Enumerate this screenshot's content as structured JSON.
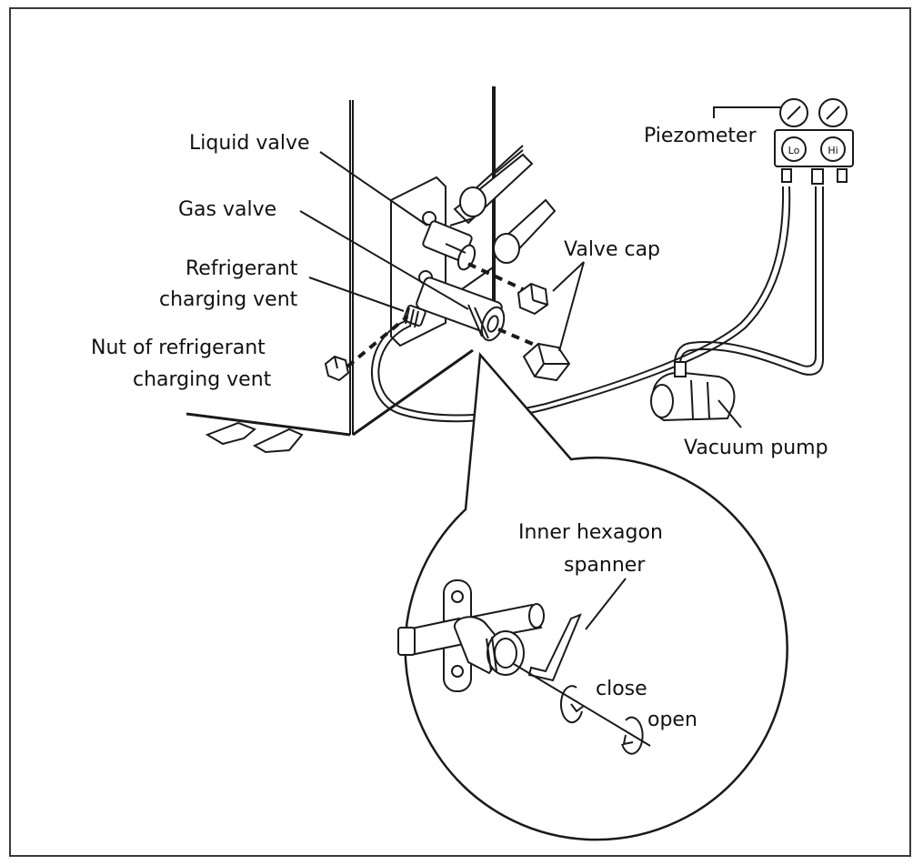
{
  "labels": {
    "liquid_valve": "Liquid valve",
    "gas_valve": "Gas valve",
    "refrigerant_vent_line1": "Refrigerant",
    "refrigerant_vent_line2": "charging vent",
    "nut_line1": "Nut of refrigerant",
    "nut_line2": "charging vent",
    "valve_cap": "Valve cap",
    "piezometer": "Piezometer",
    "gauge_lo": "Lo",
    "gauge_hi": "Hi",
    "vacuum_pump": "Vacuum pump",
    "spanner_line1": "Inner hexagon",
    "spanner_line2": "spanner",
    "close": "close",
    "open": "open"
  },
  "colors": {
    "line": "#1a1a1a",
    "fill": "#ffffff",
    "frame": "#3a3a3a"
  }
}
